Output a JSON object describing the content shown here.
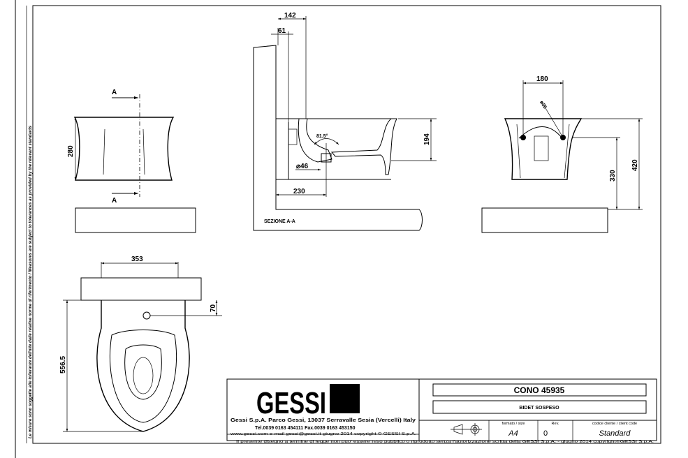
{
  "margin_note": "Le misure sono soggette alle tolleranze definite dalle relative norme di riferimento / Measures are subject to tolerances as provided by the relevant standards",
  "front_view": {
    "section_marker_top": "A",
    "section_marker_bottom": "A",
    "height_dim": "280"
  },
  "plan_view": {
    "width_dim": "353",
    "drain_offset_dim": "70",
    "depth_dim": "556.5"
  },
  "section_view": {
    "label": "SEZIONE  A-A",
    "dim_142": "142",
    "dim_61": "61",
    "angle": "81.5°",
    "diameter": "⌀46",
    "dim_230": "230",
    "dim_194": "194"
  },
  "rear_view": {
    "bolt_spacing": "180",
    "bolt_diameter": "⌀25",
    "bolt_height": "330",
    "total_height": "420"
  },
  "title_block": {
    "logo": "GESSI",
    "company_line": "Gessi S.p.A. Parco Gessi, 13037 Serravalle Sesia (Vercelli) Italy",
    "phone_line": "Tel.0039  0163  454111  Fax.0039  0163  453150",
    "web_line": "www.gessi.com  e-mail  gessi@gessi.it     giugno  2014    copyright © GESSI  S.p.A.",
    "product_name": "CONO  45935",
    "product_desc": "BIDET SOSPESO",
    "size_label": "formato / size",
    "size_value": "A4",
    "rev_label": "Rev.",
    "rev_value": "0",
    "client_code_label": "codice cliente / client code",
    "client_code_value": "Standard",
    "legal_notice": "Il presente disegno a termine di legge non puo' essere reso pubblico o riprodotto senza l'autorizzazione scritta della GESSI S.p.A. - giugno 2014  copyright©GESSI S.p.A."
  }
}
